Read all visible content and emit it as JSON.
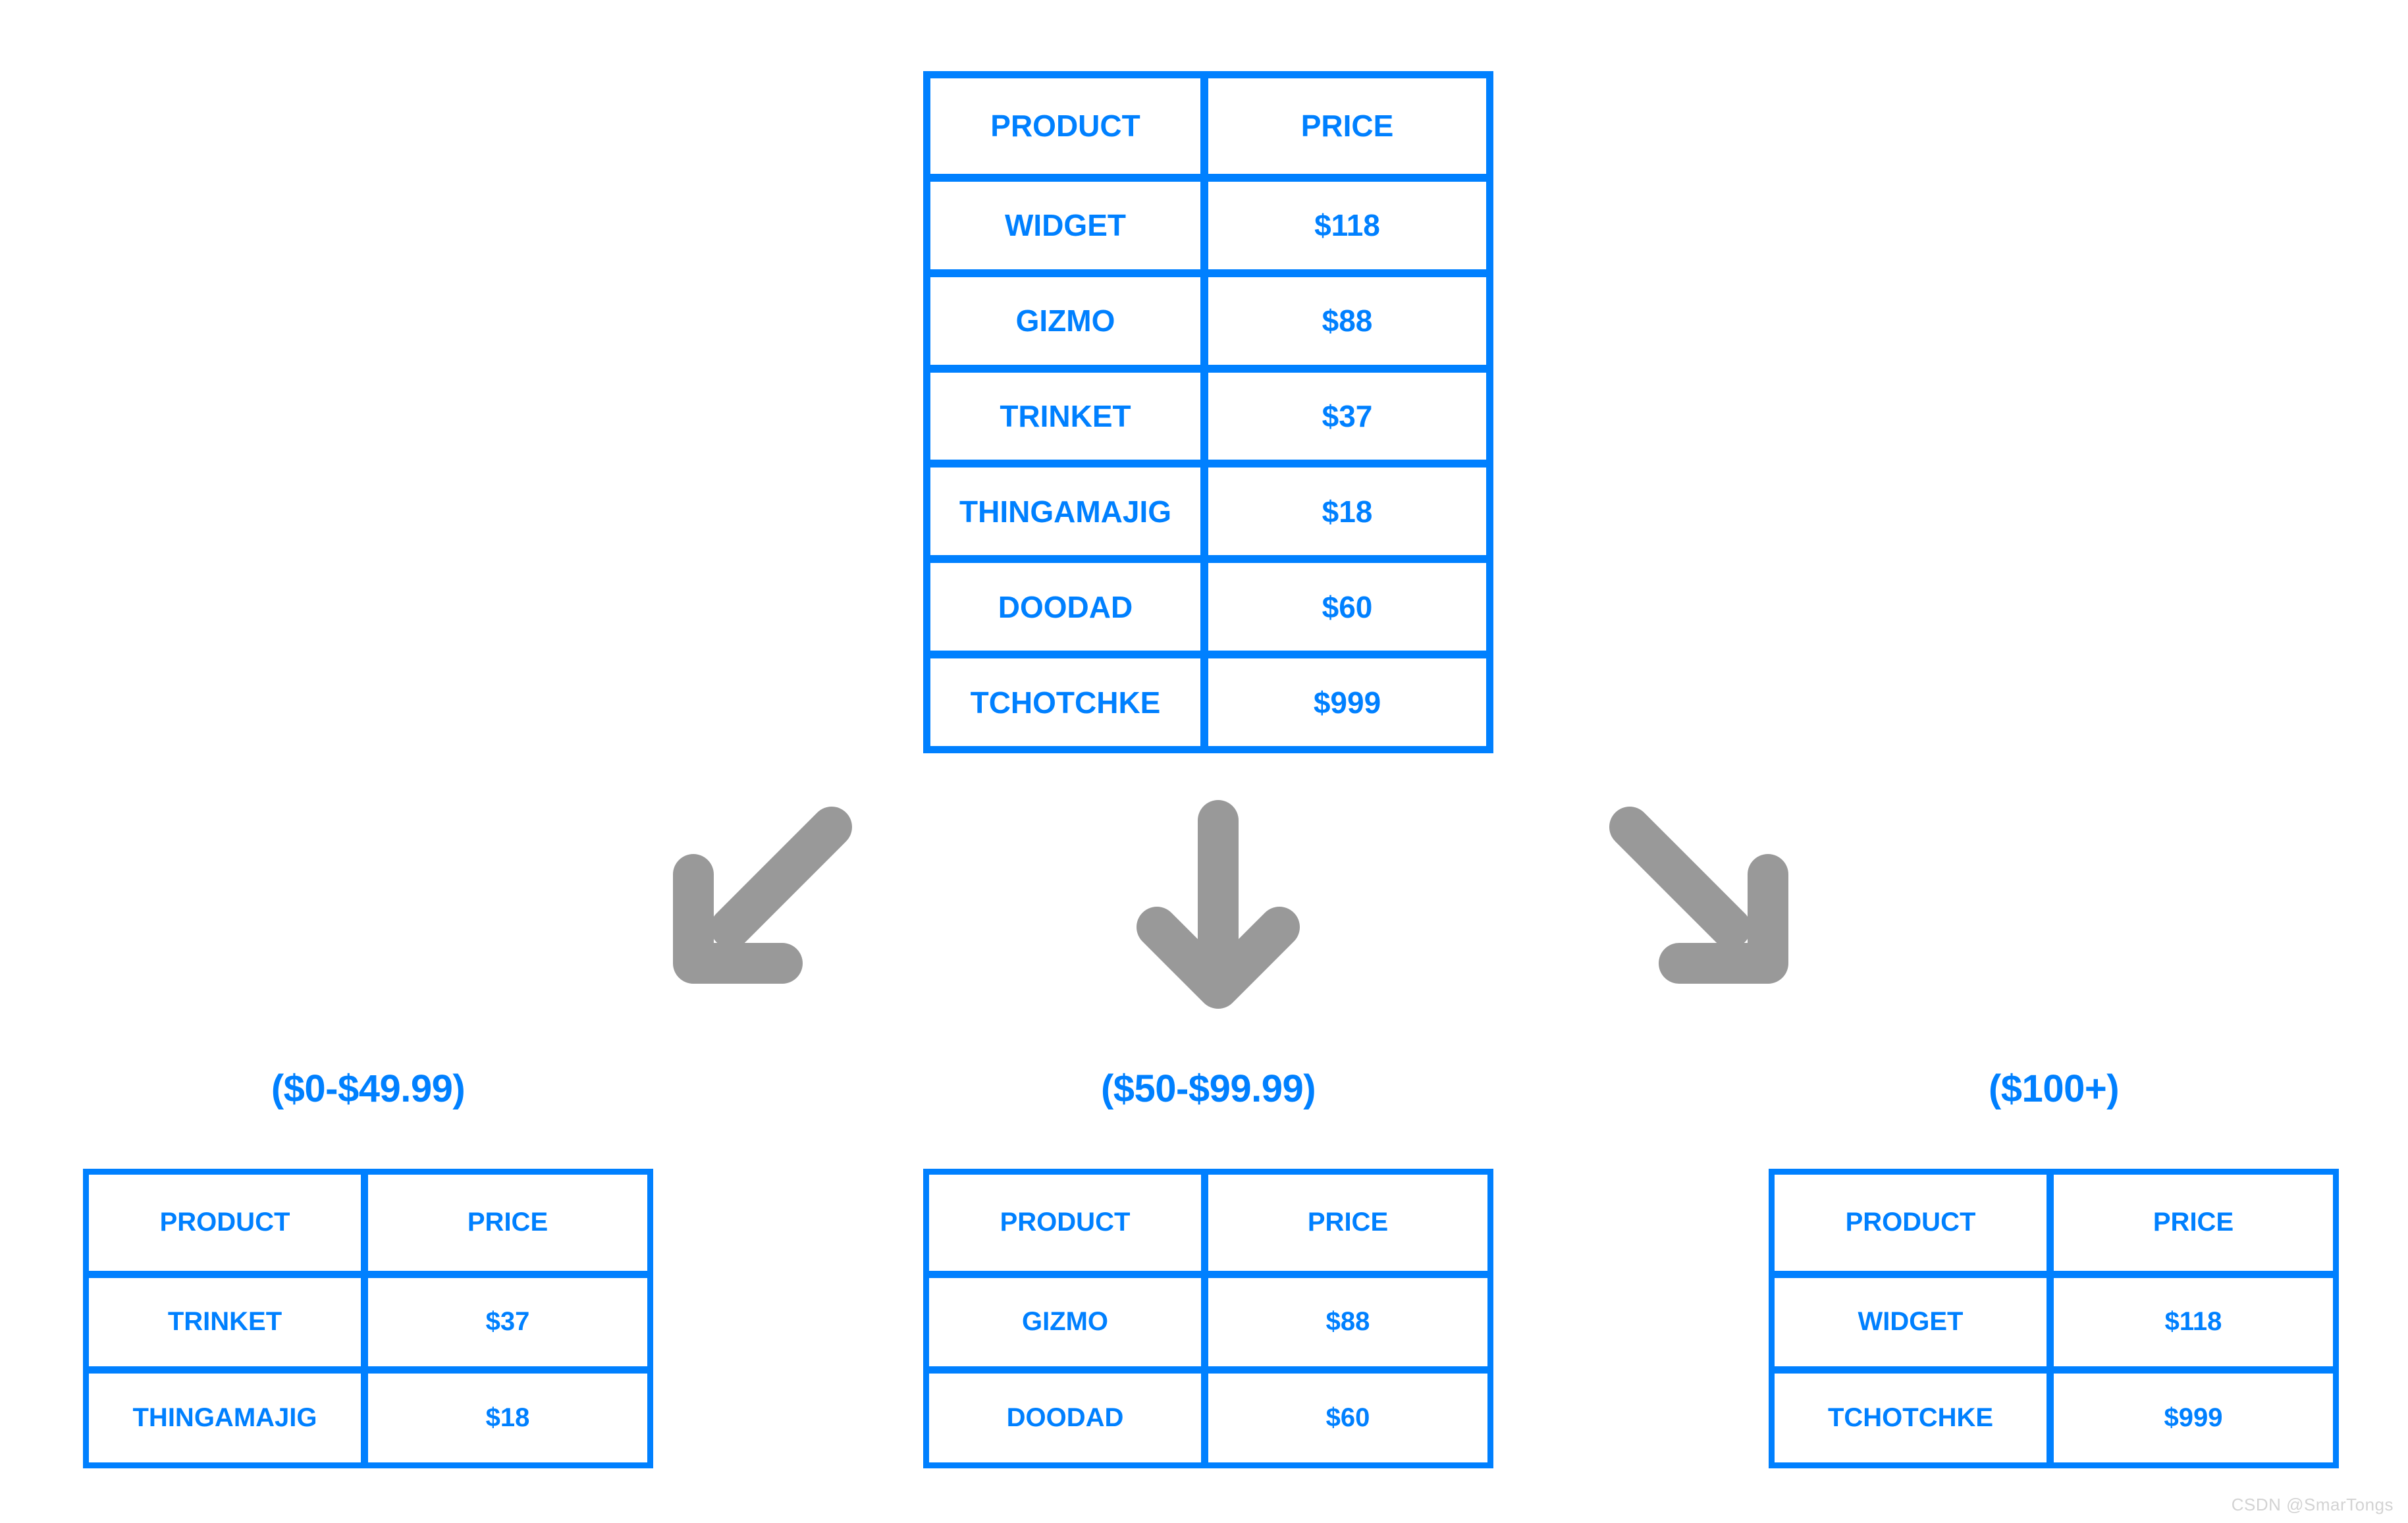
{
  "theme": {
    "accent_blue": "#0080FF",
    "arrow_gray": "#999999",
    "background": "#FFFFFF",
    "watermark_color": "#D3D3D3"
  },
  "main_table": {
    "name": "all-products",
    "columns": [
      "PRODUCT",
      "PRICE"
    ],
    "rows": [
      {
        "product": "WIDGET",
        "price": "$118"
      },
      {
        "product": "GIZMO",
        "price": "$88"
      },
      {
        "product": "TRINKET",
        "price": "$37"
      },
      {
        "product": "THINGAMAJIG",
        "price": "$18"
      },
      {
        "product": "DOODAD",
        "price": "$60"
      },
      {
        "product": "TCHOTCHKE",
        "price": "$999"
      }
    ]
  },
  "arrows": [
    {
      "name": "arrow-down-left",
      "direction": "down-left"
    },
    {
      "name": "arrow-down",
      "direction": "down"
    },
    {
      "name": "arrow-down-right",
      "direction": "down-right"
    }
  ],
  "buckets": [
    {
      "label": "($0-$49.99)",
      "columns": [
        "PRODUCT",
        "PRICE"
      ],
      "rows": [
        {
          "product": "TRINKET",
          "price": "$37"
        },
        {
          "product": "THINGAMAJIG",
          "price": "$18"
        }
      ]
    },
    {
      "label": "($50-$99.99)",
      "columns": [
        "PRODUCT",
        "PRICE"
      ],
      "rows": [
        {
          "product": "GIZMO",
          "price": "$88"
        },
        {
          "product": "DOODAD",
          "price": "$60"
        }
      ]
    },
    {
      "label": "($100+)",
      "columns": [
        "PRODUCT",
        "PRICE"
      ],
      "rows": [
        {
          "product": "WIDGET",
          "price": "$118"
        },
        {
          "product": "TCHOTCHKE",
          "price": "$999"
        }
      ]
    }
  ],
  "watermark": "CSDN @SmarTongs",
  "chart_data": {
    "type": "table",
    "title": "Products bucketed by price range",
    "columns": [
      "PRODUCT",
      "PRICE"
    ],
    "source_rows": [
      [
        "WIDGET",
        118
      ],
      [
        "GIZMO",
        88
      ],
      [
        "TRINKET",
        37
      ],
      [
        "THINGAMAJIG",
        18
      ],
      [
        "DOODAD",
        60
      ],
      [
        "TCHOTCHKE",
        999
      ]
    ],
    "buckets": [
      {
        "range_label": "($0-$49.99)",
        "min": 0,
        "max": 49.99,
        "rows": [
          [
            "TRINKET",
            37
          ],
          [
            "THINGAMAJIG",
            18
          ]
        ]
      },
      {
        "range_label": "($50-$99.99)",
        "min": 50,
        "max": 99.99,
        "rows": [
          [
            "GIZMO",
            88
          ],
          [
            "DOODAD",
            60
          ]
        ]
      },
      {
        "range_label": "($100+)",
        "min": 100,
        "max": null,
        "rows": [
          [
            "WIDGET",
            118
          ],
          [
            "TCHOTCHKE",
            999
          ]
        ]
      }
    ]
  }
}
